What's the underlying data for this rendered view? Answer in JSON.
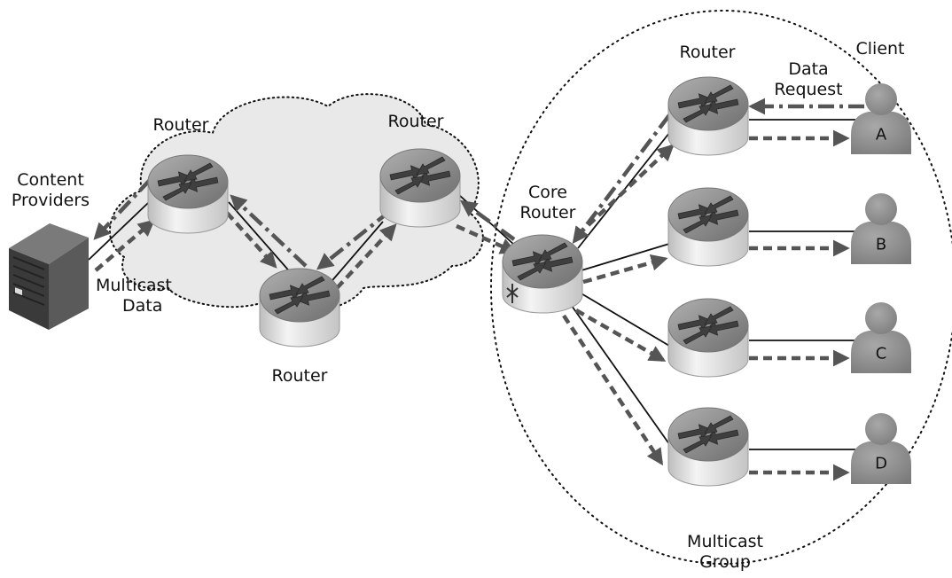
{
  "labels": {
    "content_providers": [
      "Content",
      "Providers"
    ],
    "multicast_data": [
      "Multicast",
      "Data"
    ],
    "router_left": "Router",
    "router_middle_top": "Router",
    "router_bottom": "Router",
    "core_router": [
      "Core",
      "Router"
    ],
    "router_right_top": "Router",
    "client": "Client",
    "data_request": [
      "Data",
      "Request"
    ],
    "multicast_group": [
      "Multicast",
      "Group"
    ]
  },
  "clients": [
    {
      "letter": "A"
    },
    {
      "letter": "B"
    },
    {
      "letter": "C"
    },
    {
      "letter": "D"
    }
  ],
  "colors": {
    "arrow": "#555555",
    "router_top": "#8f8f8f",
    "router_side": "#d8d8d8",
    "person": "#8a8a8a",
    "cloud": "#e6e6e6",
    "server": "#3a3a3a"
  },
  "icons": [
    "server-icon",
    "router-icon",
    "core-router-icon",
    "person-icon",
    "cloud-shape"
  ]
}
